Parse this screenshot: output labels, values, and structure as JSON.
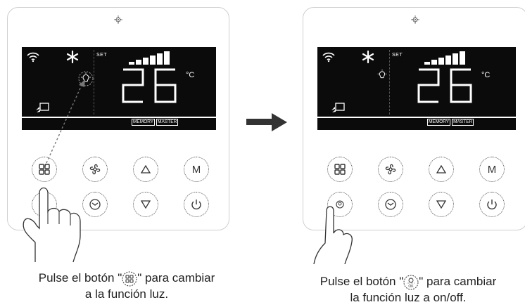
{
  "panels": [
    {
      "id": "left",
      "lcd": {
        "set_label": "SET",
        "temperature": "26",
        "unit": "°C",
        "chips": [
          "MEMORY",
          "MASTER"
        ]
      }
    },
    {
      "id": "right",
      "lcd": {
        "set_label": "SET",
        "temperature": "26",
        "unit": "°C",
        "chips": [
          "MEMORY",
          "MASTER"
        ]
      }
    }
  ],
  "keys": [
    "mode-key",
    "fan-key",
    "up-key",
    "m-key",
    "ok-key",
    "timer-key",
    "down-key",
    "power-key"
  ],
  "keys_labels": {
    "m": "M"
  },
  "captions": {
    "left": {
      "before": "Pulse el botón \"",
      "after": "\" para cambiar",
      "line2": "a la función luz."
    },
    "right": {
      "before": "Pulse el botón \"",
      "after": "\" para cambiar",
      "line2": "la función luz a on/off."
    }
  },
  "colors": {
    "lcd_bg": "#0b0b0b",
    "lcd_fg": "#ffffff",
    "panel_border": "#cfcfcf",
    "arrow": "#333333"
  }
}
